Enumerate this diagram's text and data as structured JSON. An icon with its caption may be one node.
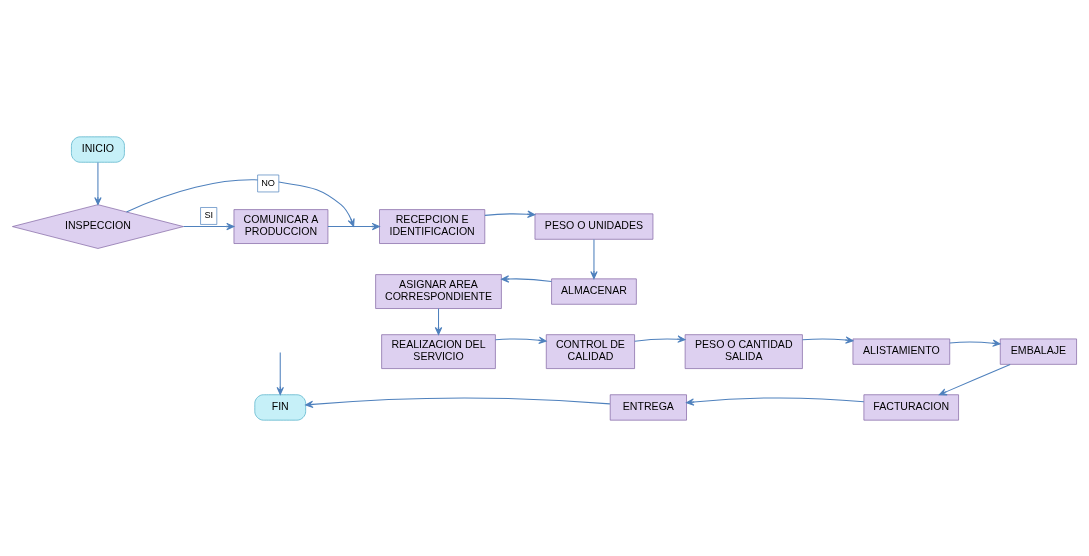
{
  "diagram": {
    "nodes": [
      {
        "text": [
          "INICIO"
        ]
      },
      {
        "text": [
          "INSPECCION"
        ]
      },
      {
        "text": [
          "COMUNICAR A PRODUCCION"
        ]
      },
      {
        "text": [
          "RECEPCION E IDENTIFICACION"
        ]
      },
      {
        "text": [
          "PESO O UNIDADES"
        ]
      },
      {
        "text": [
          "ALMACENAR"
        ]
      },
      {
        "text": [
          "ASIGNAR AREA CORRESPONDIENTE"
        ]
      },
      {
        "text": [
          "REALIZACION DEL SERVICIO"
        ]
      },
      {
        "text": [
          "CONTROL DE CALIDAD"
        ]
      },
      {
        "text": [
          "PESO O CANTIDAD SALIDA"
        ]
      },
      {
        "text": [
          "ALISTAMIENTO"
        ]
      },
      {
        "text": [
          "EMBALAJE"
        ]
      },
      {
        "text": [
          "FACTURACION"
        ]
      },
      {
        "text": [
          "ENTREGA"
        ]
      },
      {
        "text": [
          "FIN"
        ]
      }
    ],
    "edges": [
      {
        "from": 0,
        "to": 1,
        "arrow": "to"
      },
      {
        "from": 1,
        "to": null,
        "arrow": "to",
        "label": "NO"
      },
      {
        "from": null,
        "to": 14,
        "arrow": "to"
      },
      {
        "from": 1,
        "to": 2,
        "arrow": "to",
        "label": "SI"
      },
      {
        "from": 2,
        "to": 3,
        "arrow": "to"
      },
      {
        "from": 3,
        "to": 4,
        "arrow": "to"
      },
      {
        "from": 4,
        "to": 5,
        "arrow": "to"
      },
      {
        "from": 5,
        "to": 6,
        "arrow": "to"
      },
      {
        "from": 6,
        "to": 7,
        "arrow": "to"
      },
      {
        "from": 7,
        "to": 8,
        "arrow": "to"
      },
      {
        "from": 8,
        "to": 9,
        "arrow": "to"
      },
      {
        "from": 9,
        "to": 10,
        "arrow": "to"
      },
      {
        "from": 10,
        "to": 11,
        "arrow": "to"
      },
      {
        "from": 11,
        "to": 12,
        "arrow": "to"
      },
      {
        "from": 12,
        "to": 13,
        "arrow": "to"
      },
      {
        "from": 13,
        "to": 14,
        "arrow": "to"
      }
    ]
  }
}
